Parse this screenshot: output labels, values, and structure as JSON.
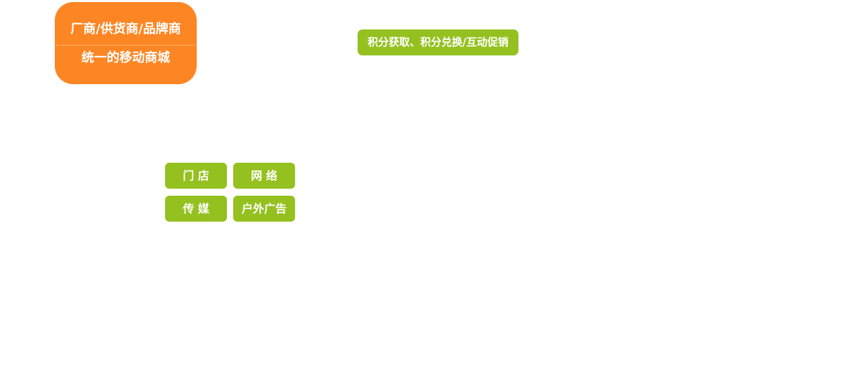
{
  "brand_box": {
    "line1": "厂商/供货商/品牌商",
    "line2": "统一的移动商城"
  },
  "points_label": "积分获取、积分兑换/互动促销",
  "channels": {
    "store": "门 店",
    "network": "网 络",
    "media": "传 媒",
    "outdoor": "户外广告"
  },
  "colors": {
    "orange": "#fd8624",
    "green": "#94c11f",
    "text": "#ffffff"
  }
}
